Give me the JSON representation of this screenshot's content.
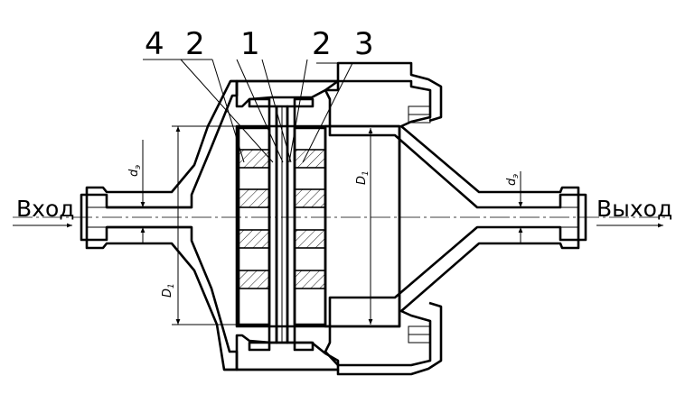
{
  "callouts": [
    "4",
    "2",
    "1",
    "2",
    "3"
  ],
  "ports": {
    "inlet": "Вход",
    "outlet": "Выход"
  },
  "dimensions": {
    "outer_diameter": "D",
    "outer_diameter_sub": "1",
    "port_diameter": "d",
    "port_diameter_sub": "э"
  }
}
